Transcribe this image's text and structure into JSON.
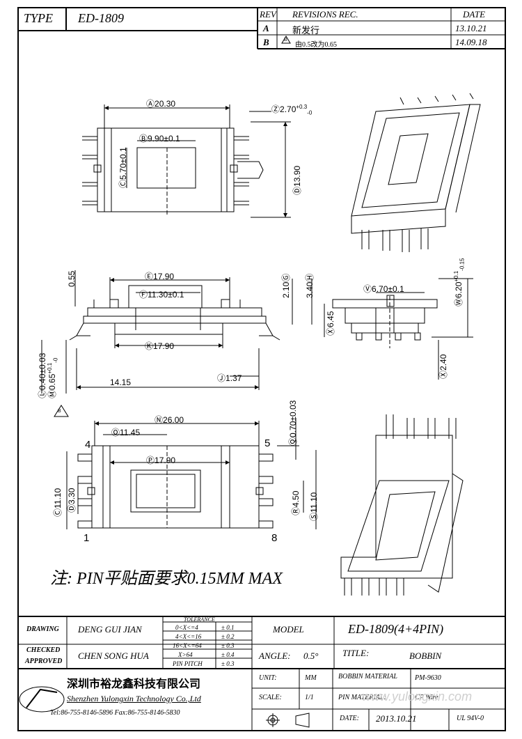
{
  "header": {
    "type_label": "TYPE",
    "type_value": "ED-1809",
    "rev_header": "REV",
    "revisions_header": "REVISIONS REC.",
    "date_header": "DATE",
    "revisions": [
      {
        "rev": "A",
        "desc": "新发行",
        "date": "13.10.21"
      },
      {
        "rev": "B",
        "desc": "由0.5改为0.65",
        "date": "14.09.18",
        "marker": "B"
      }
    ]
  },
  "dimensions": {
    "top_view": {
      "A": "20.30",
      "B": "9.90±0.1",
      "C": "5.70±0.1",
      "D": "13.90",
      "Z": "2.70",
      "Z_tol_plus": "+0.3",
      "Z_tol_minus": "-0"
    },
    "side_view": {
      "E": "17.90",
      "F": "11.30±0.1",
      "G": "2.10",
      "H": "3.40",
      "K": "17.90",
      "J": "1.37",
      "left_gap": "14.15",
      "top_gap": "0.55",
      "height": "6.45",
      "L": "0.40±0.03",
      "M": "0.65",
      "M_tol_plus": "+0.1",
      "M_tol_minus": "-0",
      "note_marker": "B"
    },
    "end_view": {
      "V": "6.70±0.1",
      "W": "6.20",
      "W_tol_plus": "+0.1",
      "W_tol_minus": "-0.15",
      "X": "2.40"
    },
    "bottom_view": {
      "N": "26.00",
      "O": "11.45",
      "P": "17.90",
      "Q": "0.70±0.03",
      "R": "4.50",
      "S": "11.10",
      "C2": "11.10",
      "D2": "3.30",
      "pins": [
        "4",
        "5",
        "1",
        "8"
      ]
    }
  },
  "note": "注: PIN平贴面要求0.15MM MAX",
  "title_block": {
    "drawing_label": "DRAWING",
    "drawing_value": "DENG GUI JIAN",
    "checked_label": "CHECKED",
    "approved_label": "APPROVED",
    "approved_value": "CHEN SONG HUA",
    "tolerance_title": "TOLERANCE",
    "tolerance": [
      {
        "range": "0<X<=4",
        "tol": "± 0.1"
      },
      {
        "range": "4<X<=16",
        "tol": "± 0.2"
      },
      {
        "range": "16<X<=64",
        "tol": "± 0.3"
      },
      {
        "range": "X>64",
        "tol": "± 0.4"
      },
      {
        "range": "PIN PITCH",
        "tol": "± 0.3"
      }
    ],
    "model_label": "MODEL",
    "model_value": "ED-1809(4+4PIN)",
    "angle_label": "ANGLE:",
    "angle_value": "0.5°",
    "title_label": "TITLE:",
    "title_value": "BOBBIN",
    "unit_label": "UNIT:",
    "unit_value": "MM",
    "scale_label": "SCALE:",
    "scale_value": "1/1",
    "bobbin_material_label": "BOBBIN MATERIAL",
    "bobbin_material_value": "PM-9630",
    "pin_material_label": "PIN MATERIAL:",
    "pin_material_value": "CP Wire",
    "date_label": "DATE:",
    "date_value": "2013.10.21",
    "rating": "UL 94V-0",
    "company_cn": "深圳市裕龙鑫科技有限公司",
    "company_en": "Shenzhen Yulongxin Technology Co.,Ltd",
    "contact": "Tel:86-755-8146-5896  Fax:86-755-8146-5830",
    "watermark": "www.yulongxin.com"
  }
}
